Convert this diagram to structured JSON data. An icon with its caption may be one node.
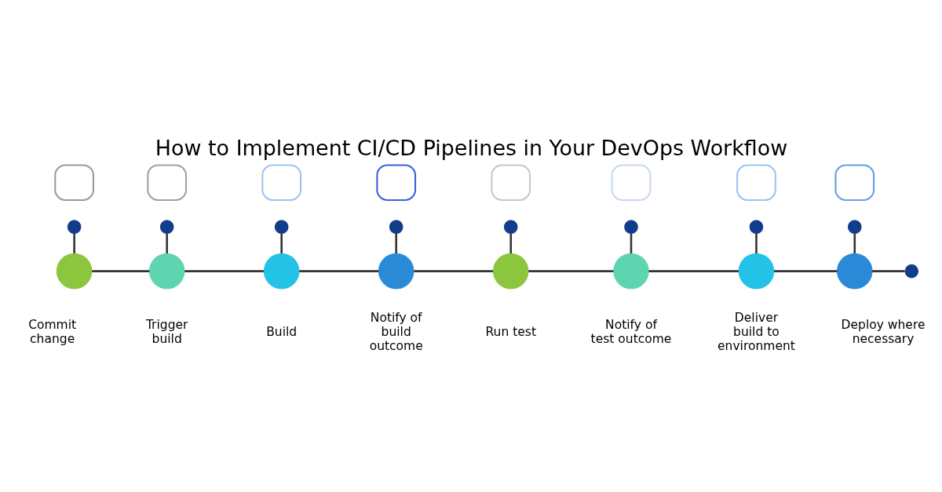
{
  "diagram": {
    "title": "How to Implement CI/CD Pipelines in Your DevOps Workflow",
    "nodes": [
      {
        "text": [],
        "shape": "circle",
        "beside": [
          "Commit change"
        ]
      },
      {
        "text": [],
        "shape": "circle",
        "beside": [
          "Trigger build"
        ]
      },
      {
        "text": [],
        "shape": "circle",
        "beside": [
          "Build"
        ]
      },
      {
        "text": [],
        "shape": "circle",
        "beside": [
          "Notify of build outcome"
        ]
      },
      {
        "text": [],
        "shape": "circle",
        "beside": [
          "Run test"
        ]
      },
      {
        "text": [],
        "shape": "circle",
        "beside": [
          "Notify of test outcome"
        ]
      },
      {
        "text": [],
        "shape": "circle",
        "beside": [
          "Deliver build to environment"
        ]
      },
      {
        "text": [],
        "shape": "circle",
        "beside": [
          "Deploy where necessary"
        ]
      },
      {
        "text": [],
        "shape": "circle"
      },
      {
        "text": [],
        "shape": "circle"
      },
      {
        "text": [],
        "shape": "circle"
      },
      {
        "text": [],
        "shape": "circle"
      },
      {
        "text": [],
        "shape": "circle"
      },
      {
        "text": [],
        "shape": "circle"
      },
      {
        "text": [],
        "shape": "circle"
      },
      {
        "text": [],
        "shape": "circle"
      },
      {
        "text": [],
        "shape": "circle"
      },
      {
        "text": [],
        "shape": "box"
      },
      {
        "text": [],
        "shape": "box"
      },
      {
        "text": [],
        "shape": "box"
      },
      {
        "text": [],
        "shape": "box"
      },
      {
        "text": [],
        "shape": "box"
      },
      {
        "text": [],
        "shape": "box"
      },
      {
        "text": [],
        "shape": "box"
      },
      {
        "text": [],
        "shape": "box"
      }
    ],
    "edges": [
      {
        "from": 0,
        "to": 1,
        "arrow": "none"
      },
      {
        "from": 1,
        "to": 2,
        "arrow": "none"
      },
      {
        "from": 2,
        "to": 3,
        "arrow": "none"
      },
      {
        "from": 3,
        "to": 4,
        "arrow": "none"
      },
      {
        "from": 4,
        "to": 5,
        "arrow": "none"
      },
      {
        "from": 5,
        "to": 6,
        "arrow": "none"
      },
      {
        "from": 6,
        "to": 7,
        "arrow": "none"
      },
      {
        "from": 7,
        "to": 8,
        "arrow": "none"
      },
      {
        "from": 9,
        "to": 0,
        "arrow": "none"
      },
      {
        "from": 10,
        "to": 1,
        "arrow": "none"
      },
      {
        "from": 11,
        "to": 2,
        "arrow": "none"
      },
      {
        "from": 12,
        "to": 3,
        "arrow": "none"
      },
      {
        "from": 13,
        "to": 4,
        "arrow": "none"
      },
      {
        "from": 14,
        "to": 5,
        "arrow": "none"
      },
      {
        "from": 15,
        "to": 6,
        "arrow": "none"
      },
      {
        "from": 16,
        "to": 7,
        "arrow": "none"
      }
    ]
  }
}
